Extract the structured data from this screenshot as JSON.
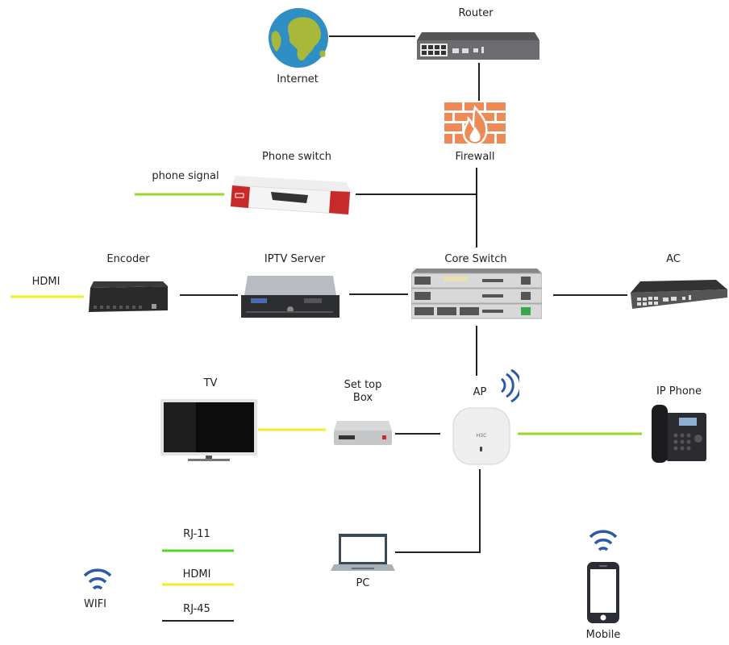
{
  "diagram": {
    "nodes": {
      "internet": {
        "label": "Internet"
      },
      "router": {
        "label": "Router"
      },
      "firewall": {
        "label": "Firewall"
      },
      "phone_switch": {
        "label": "Phone switch"
      },
      "phone_signal": {
        "label": "phone signal"
      },
      "encoder": {
        "label": "Encoder"
      },
      "hdmi_input": {
        "label": "HDMI"
      },
      "iptv_server": {
        "label": "IPTV Server"
      },
      "core_switch": {
        "label": "Core Switch"
      },
      "ac": {
        "label": "AC"
      },
      "tv": {
        "label": "TV"
      },
      "set_top_box": {
        "label_line1": "Set top",
        "label_line2": "Box"
      },
      "ap": {
        "label": "AP"
      },
      "ip_phone": {
        "label": "IP Phone"
      },
      "pc": {
        "label": "PC"
      },
      "mobile": {
        "label": "Mobile"
      }
    },
    "edges": [
      {
        "from": "internet",
        "to": "router",
        "type": "RJ-45"
      },
      {
        "from": "router",
        "to": "firewall",
        "type": "RJ-45"
      },
      {
        "from": "firewall",
        "to": "core_switch",
        "type": "RJ-45"
      },
      {
        "from": "phone_switch",
        "to": "core_switch",
        "type": "RJ-45"
      },
      {
        "from": "phone_signal",
        "to": "phone_switch",
        "type": "RJ-11"
      },
      {
        "from": "hdmi_input",
        "to": "encoder",
        "type": "HDMI"
      },
      {
        "from": "encoder",
        "to": "iptv_server",
        "type": "RJ-45"
      },
      {
        "from": "iptv_server",
        "to": "core_switch",
        "type": "RJ-45"
      },
      {
        "from": "core_switch",
        "to": "ac",
        "type": "RJ-45"
      },
      {
        "from": "core_switch",
        "to": "ap",
        "type": "RJ-45"
      },
      {
        "from": "tv",
        "to": "set_top_box",
        "type": "HDMI"
      },
      {
        "from": "set_top_box",
        "to": "ap",
        "type": "RJ-45"
      },
      {
        "from": "ap",
        "to": "ip_phone",
        "type": "RJ-11"
      },
      {
        "from": "ap",
        "to": "pc",
        "type": "RJ-45"
      },
      {
        "from": "ap",
        "to": "mobile",
        "type": "WIFI"
      }
    ],
    "legend": {
      "wifi": "WIFI",
      "items": [
        {
          "label": "RJ-11",
          "color": "#4fd82a"
        },
        {
          "label": "HDMI",
          "color": "#f0f020"
        },
        {
          "label": "RJ-45",
          "color": "#222222"
        }
      ]
    },
    "colors": {
      "rj45": "#222222",
      "rj11": "#9ad62a",
      "rj11_legend": "#4fd82a",
      "hdmi": "#f0f020",
      "wifi": "#2a5aa8",
      "firewall": "#ee8a55",
      "globe_ocean": "#2f8fc4",
      "globe_land": "#a8b83a"
    }
  }
}
